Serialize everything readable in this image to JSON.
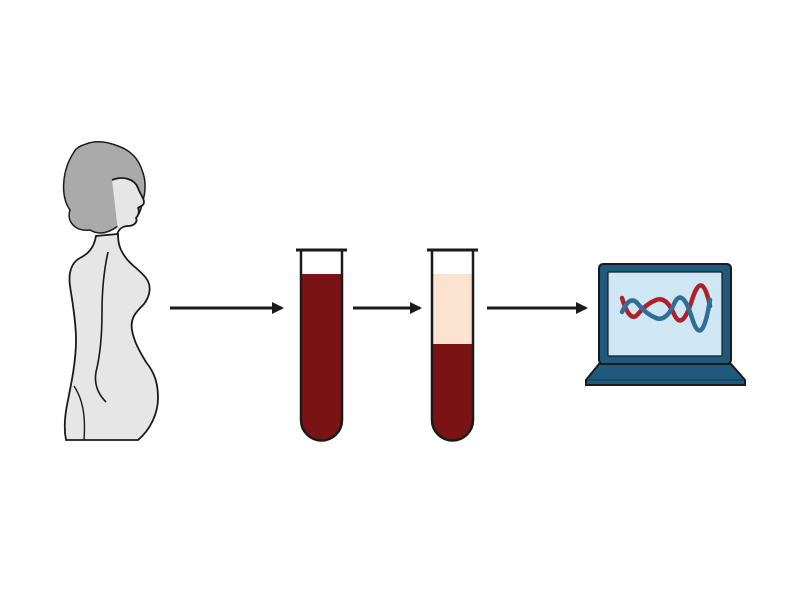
{
  "diagram": {
    "steps": [
      {
        "id": "pregnant-person",
        "icon": "pregnant-woman-silhouette"
      },
      {
        "id": "whole-blood-tube",
        "icon": "blood-tube-icon"
      },
      {
        "id": "separated-plasma-tube",
        "icon": "plasma-tube-icon"
      },
      {
        "id": "dna-analysis-laptop",
        "icon": "laptop-dna-icon"
      }
    ],
    "arrows": 3
  },
  "colors": {
    "silhouette_fill": "#e6e6e6",
    "silhouette_stroke": "#1a1a1a",
    "hair": "#aaaaaa",
    "blood": "#7a1414",
    "plasma": "#fbe3cf",
    "laptop_body": "#1f5a7d",
    "laptop_screen": "#cfe6f5",
    "dna_red": "#b0202a",
    "dna_blue": "#2f6f96",
    "arrow": "#1a1a1a"
  }
}
